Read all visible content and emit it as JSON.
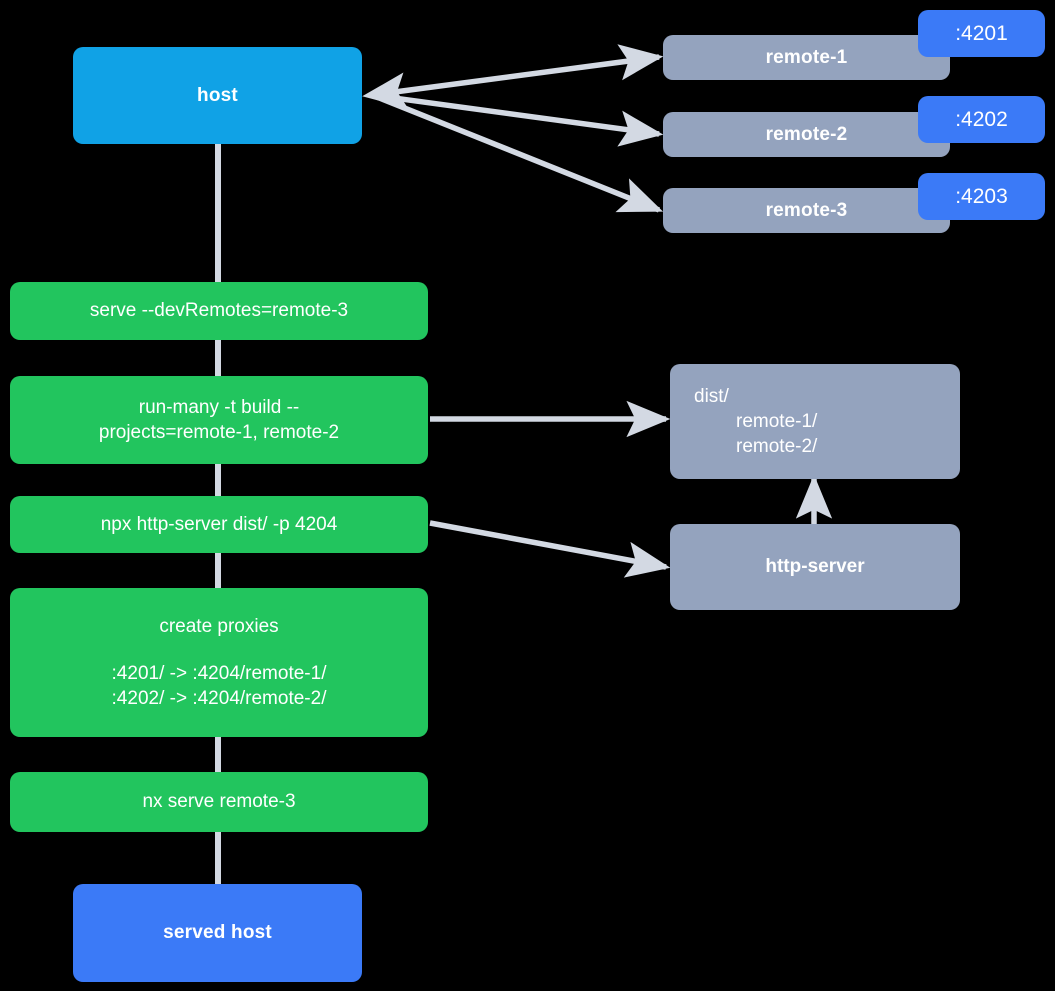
{
  "diagram": {
    "title": "Nx host and remotes serving flow",
    "background": "#000000",
    "edge_color": "#d3d9e3",
    "colors": {
      "host": "#10a2e6",
      "served_host": "#3b7af7",
      "remote": "#94a3be",
      "command": "#22c55e",
      "artifact": "#94a3be",
      "service": "#94a3be",
      "port_badge": "#3b7af7",
      "text": "#ffffff",
      "edge": "#d3d9e3"
    }
  },
  "nodes": {
    "host": {
      "label": "host"
    },
    "served_host": {
      "label": "served host"
    },
    "remotes": [
      {
        "label": "remote-1",
        "port": ":4201"
      },
      {
        "label": "remote-2",
        "port": ":4202"
      },
      {
        "label": "remote-3",
        "port": ":4203"
      }
    ],
    "commands": [
      {
        "id": "serve-dev-remotes",
        "line1": "serve --devRemotes=remote-3"
      },
      {
        "id": "run-many-build",
        "line1": "run-many -t build --",
        "line2": "projects=remote-1, remote-2"
      },
      {
        "id": "npx-http-server",
        "line1": "npx http-server dist/ -p 4204"
      },
      {
        "id": "create-proxies",
        "line1": "create proxies",
        "line2": ":4201/ -> :4204/remote-1/",
        "line3": ":4202/ -> :4204/remote-2/"
      },
      {
        "id": "nx-serve-remote-3",
        "line1": "nx serve remote-3"
      }
    ],
    "dist": {
      "line1": "dist/",
      "line2": "remote-1/",
      "line3": "remote-2/"
    },
    "http_server": {
      "label": "http-server"
    }
  },
  "edges": [
    {
      "from": "host",
      "to": "remote-1"
    },
    {
      "from": "host",
      "to": "remote-2"
    },
    {
      "from": "host",
      "to": "remote-3"
    },
    {
      "from": "run-many-build",
      "to": "dist"
    },
    {
      "from": "npx-http-server",
      "to": "http-server"
    },
    {
      "from": "http-server",
      "to": "dist"
    },
    {
      "from": "host",
      "to": "served-host-chain"
    }
  ]
}
